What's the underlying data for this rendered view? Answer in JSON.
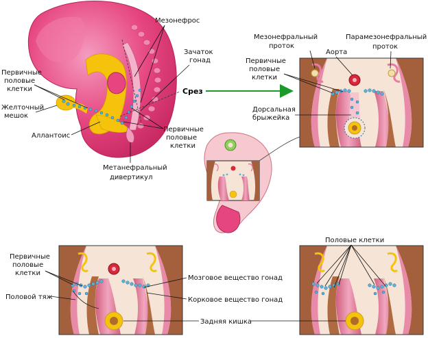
{
  "labels": {
    "mesonephros": "Мезонефрос",
    "gonad_rudiment_1": "Зачаток",
    "gonad_rudiment_2": "гонад",
    "section": "Срез",
    "primordial_germ_cells_left_1": "Первичные",
    "primordial_germ_cells_left_2": "половые",
    "primordial_germ_cells_left_3": "клетки",
    "yolk_sac_1": "Желточный",
    "yolk_sac_2": "мешок",
    "allantois": "Аллантоис",
    "primordial_germ_cells_mid_1": "Первичные",
    "primordial_germ_cells_mid_2": "половые",
    "primordial_germ_cells_mid_3": "клетки",
    "metanephric_diverticulum_1": "Метанефральный",
    "metanephric_diverticulum_2": "дивертикул",
    "mesonephric_duct_1": "Мезонефральный",
    "mesonephric_duct_2": "проток",
    "aorta": "Аорта",
    "paramesonephric_duct_1": "Парамезонефральный",
    "paramesonephric_duct_2": "проток",
    "primordial_germ_cells_right_1": "Первичные",
    "primordial_germ_cells_right_2": "половые",
    "primordial_germ_cells_right_3": "клетки",
    "dorsal_mesentery_1": "Дорсальная",
    "dorsal_mesentery_2": "брыжейка",
    "primordial_germ_cells_bl_1": "Первичные",
    "primordial_germ_cells_bl_2": "половые",
    "primordial_germ_cells_bl_3": "клетки",
    "sex_cord": "Половой тяж",
    "gonad_medulla": "Мозговое вещество гонад",
    "gonad_cortex": "Корковое вещество гонад",
    "hindgut": "Задняя кишка",
    "germ_cells": "Половые клетки"
  },
  "colors": {
    "embryo_pink": "#e6457f",
    "embryo_light": "#f07aa6",
    "yolk_yellow": "#f5c20c",
    "arrow_green": "#1a9a2a",
    "tissue_brown": "#b5714a",
    "tissue_pink": "#e98aa8",
    "bg_cream": "#f6e4d6",
    "cell_blue": "#5fb0d8",
    "aorta_red": "#d8283a"
  }
}
